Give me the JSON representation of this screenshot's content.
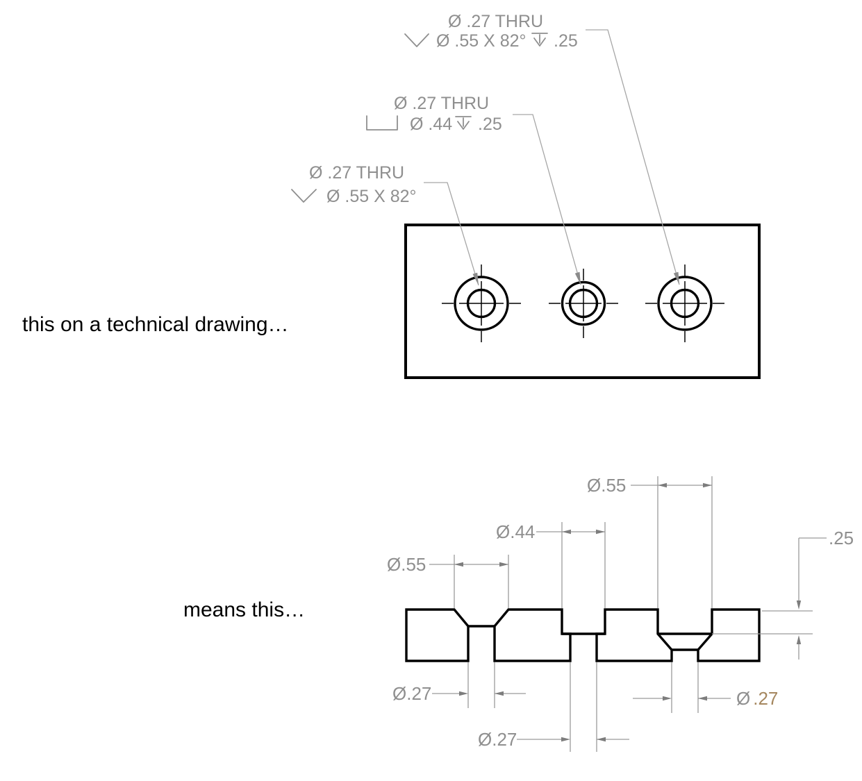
{
  "captions": {
    "top": "this on a technical drawing…",
    "bottom": "means this…"
  },
  "top_view": {
    "callout_right_hole": {
      "line1": "Ø .27 THRU",
      "countersink_spec": "Ø .55 X 82°",
      "depth_value": ".25"
    },
    "callout_middle_hole": {
      "line1": "Ø .27 THRU",
      "counterbore_spec": "Ø .44",
      "depth_value": ".25"
    },
    "callout_left_hole": {
      "line1": "Ø .27 THRU",
      "countersink_spec": "Ø .55 X 82°"
    }
  },
  "section_view": {
    "dim_countersink_left": "Ø.55",
    "dim_counterbore": "Ø.44",
    "dim_countersink_right": "Ø.55",
    "dim_depth": ".25",
    "dim_thru_left": "Ø.27",
    "dim_thru_middle": "Ø.27",
    "dim_thru_right_symbol": "Ø",
    "dim_thru_right_value": ".27"
  },
  "colors": {
    "drawing_line": "#000000",
    "dimension_gray": "#8f8f8f",
    "leader_gray": "#a6a6a6",
    "accent_brown": "#a5875f"
  }
}
